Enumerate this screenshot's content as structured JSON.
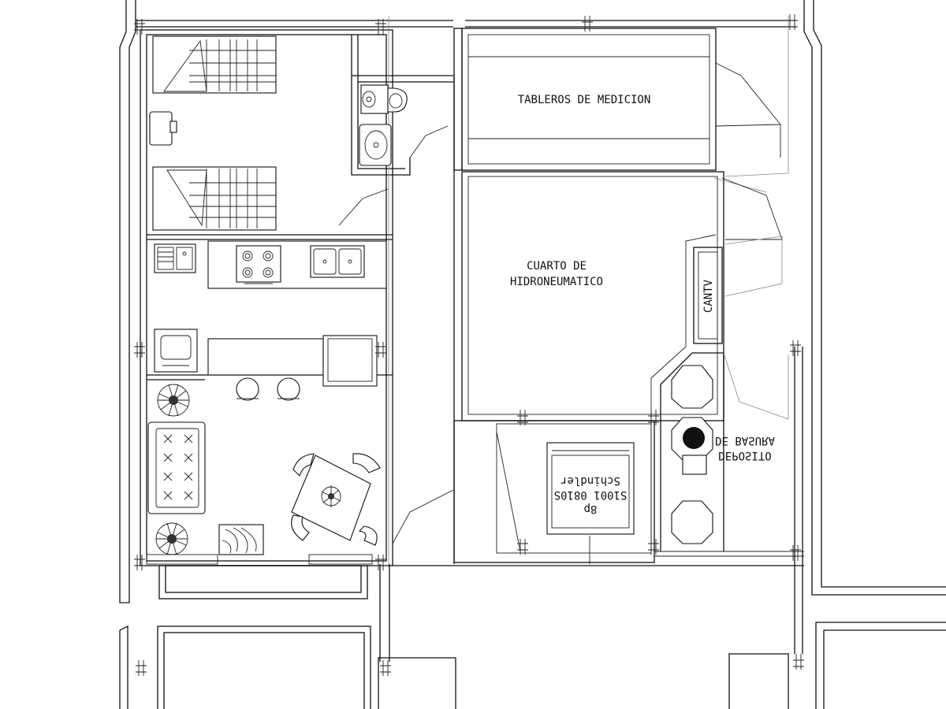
{
  "rooms": {
    "tableros": "TABLEROS DE MEDICION",
    "hidro_line1": "CUARTO DE",
    "hidro_line2": "HIDRONEUMATICO",
    "cantv": "CANTV",
    "deposito_line1": "DE BASURA",
    "deposito_line2": "DEPOSITO"
  },
  "elevator": {
    "brand": "Schindler",
    "model": "S1001 0810S",
    "capacity": "8p"
  }
}
